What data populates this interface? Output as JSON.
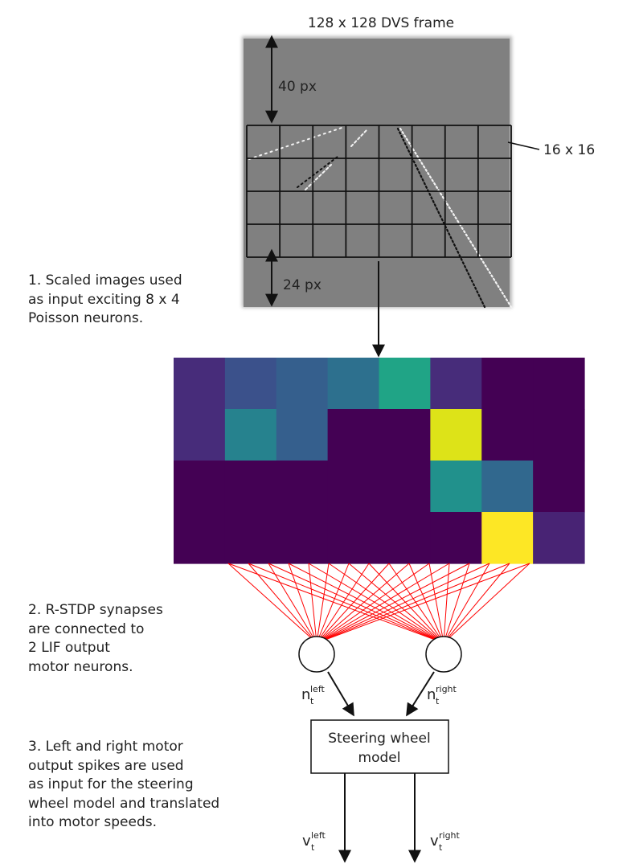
{
  "frame": {
    "title": "128 x 128 DVS frame",
    "top_offset_label": "40 px",
    "bottom_offset_label": "24 px",
    "grid_label": "16 x 16"
  },
  "steps": {
    "step1": [
      "1. Scaled images used",
      "as input exciting 8 x 4",
      "Poisson neurons."
    ],
    "step2": [
      "2. R-STDP synapses",
      "are connected to",
      "2 LIF output",
      "motor neurons."
    ],
    "step3": [
      "3. Left and right motor",
      "output spikes are used",
      "as input for the steering",
      "wheel model and translated",
      "into motor speeds."
    ]
  },
  "neurons": {
    "left_label": {
      "base": "n",
      "sub": "t",
      "sup": "left"
    },
    "right_label": {
      "base": "n",
      "sub": "t",
      "sup": "right"
    }
  },
  "steering_model": {
    "line1": "Steering wheel",
    "line2": "model"
  },
  "outputs": {
    "left_label": {
      "base": "v",
      "sub": "t",
      "sup": "left"
    },
    "right_label": {
      "base": "v",
      "sub": "t",
      "sup": "right"
    }
  },
  "heatmap": {
    "rows": 4,
    "cols": 8,
    "colors": [
      [
        "#472c7a",
        "#3b518b",
        "#355f8d",
        "#2d708e",
        "#20a486",
        "#472c7a",
        "#440154",
        "#440154"
      ],
      [
        "#472c7a",
        "#26828e",
        "#355f8d",
        "#440154",
        "#440154",
        "#dde318",
        "#440154",
        "#440154"
      ],
      [
        "#440154",
        "#440154",
        "#440154",
        "#440154",
        "#440154",
        "#21918c",
        "#31688e",
        "#440154"
      ],
      [
        "#440154",
        "#440154",
        "#440154",
        "#440154",
        "#440154",
        "#440154",
        "#fde725",
        "#482374"
      ]
    ]
  },
  "colors": {
    "frame_bg": "#808080",
    "synapse": "#ff0000",
    "grid_line": "#111111"
  }
}
